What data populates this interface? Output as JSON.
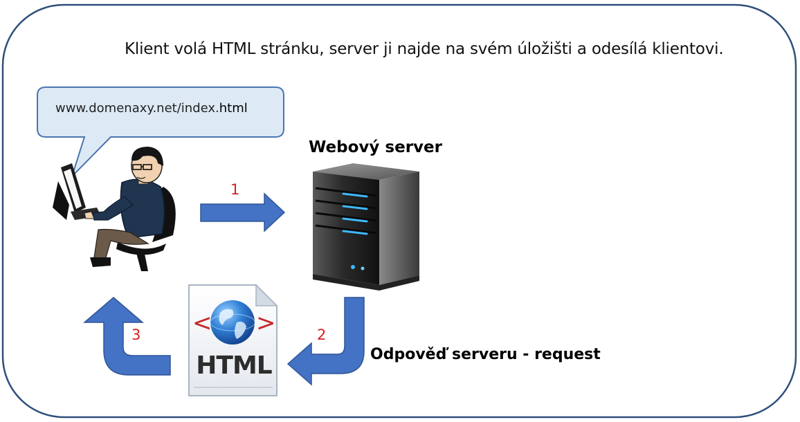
{
  "caption": "Klient volá HTML stránku, server ji najde na svém úložišti a odesílá klientovi.",
  "bubble": {
    "url_prefix": "www.domenaxy.net/index.",
    "url_suffix": "html"
  },
  "server_title": "Webový server",
  "response_label": "Odpověď serveru - request",
  "steps": {
    "one": "1",
    "two": "2",
    "three": "3"
  },
  "html_icon": {
    "label": "HTML",
    "left_bracket": "<",
    "right_bracket": ">"
  },
  "colors": {
    "frame": "#2f4f7a",
    "arrow_fill": "#4472c4",
    "arrow_stroke": "#2f5597",
    "bubble_fill": "#dde9f5",
    "bubble_stroke": "#4a74b0",
    "step_number": "#d42020",
    "server_led": "#3fb9ff"
  },
  "icons": [
    "person-at-computer-icon",
    "server-icon",
    "html-document-icon",
    "globe-icon"
  ]
}
